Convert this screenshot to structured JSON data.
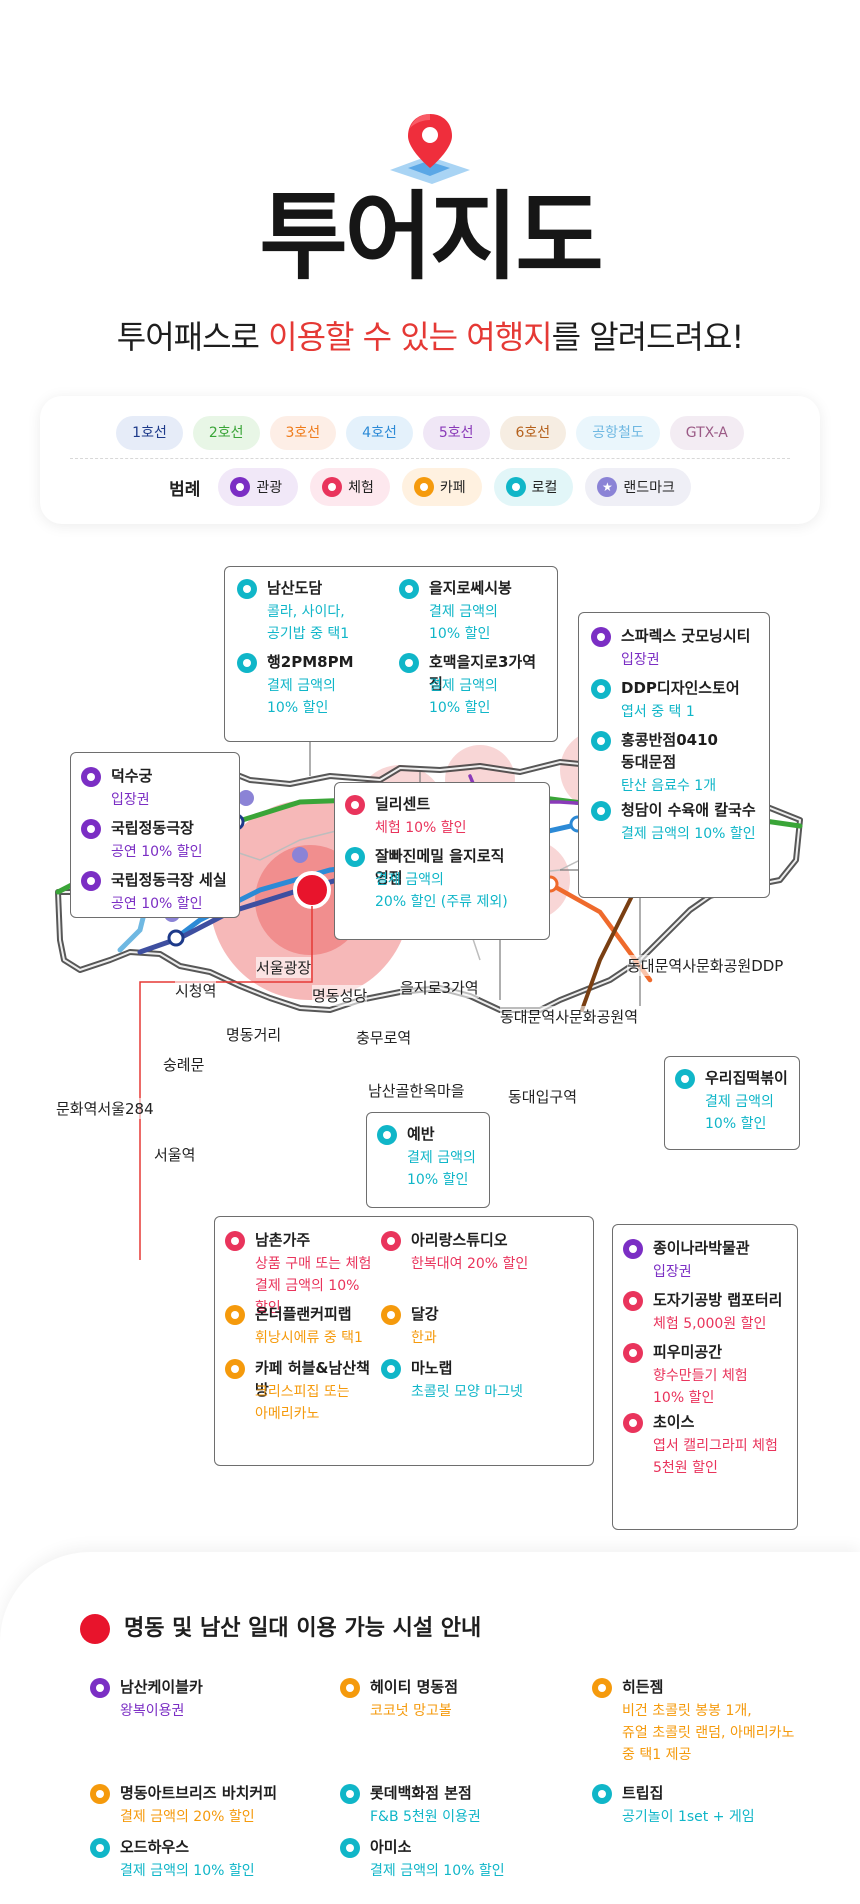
{
  "header": {
    "title": "투어지도",
    "subtitle_pre": "투어패스로 ",
    "subtitle_hl1": "이용할 수 있는 여행지",
    "subtitle_post": "를 알려드려요!"
  },
  "legend": {
    "lines": [
      {
        "label": "1호선",
        "bg": "#e6ecf8",
        "color": "#1d3a8a"
      },
      {
        "label": "2호선",
        "bg": "#e8f6e6",
        "color": "#3aa538"
      },
      {
        "label": "3호선",
        "bg": "#fdeee6",
        "color": "#ef7c1c"
      },
      {
        "label": "4호선",
        "bg": "#e4f1fb",
        "color": "#2c8ad6"
      },
      {
        "label": "5호선",
        "bg": "#f0e7f6",
        "color": "#8a3ab9"
      },
      {
        "label": "6호선",
        "bg": "#f6ede2",
        "color": "#b5611c"
      },
      {
        "label": "공항철도",
        "bg": "#eaf6fc",
        "color": "#6fb8e2"
      },
      {
        "label": "GTX-A",
        "bg": "#f3ecf3",
        "color": "#9b5a86"
      }
    ],
    "category_title": "범례",
    "categories": [
      {
        "label": "관광",
        "bg": "#f1e8f8",
        "color": "#7b2ec4"
      },
      {
        "label": "체험",
        "bg": "#fde8ee",
        "color": "#e9345c"
      },
      {
        "label": "카페",
        "bg": "#fff1e0",
        "color": "#f59a0c"
      },
      {
        "label": "로컬",
        "bg": "#e2f6f8",
        "color": "#10b6c8"
      },
      {
        "label": "랜드마크",
        "bg": "#efeff6",
        "color": "#8b83d6"
      }
    ]
  },
  "colors": {
    "tour": "#7b2ec4",
    "exp": "#e9345c",
    "cafe": "#f59a0c",
    "local": "#10b6c8",
    "landmark": "#8b83d6",
    "highlight": "#e53935"
  },
  "stations": [
    "서울광장",
    "시청역",
    "명동성당",
    "을지로3가역",
    "동대문역사문화공원DDP",
    "동대문역사문화공원역",
    "명동거리",
    "충무로역",
    "숭례문",
    "남산골한옥마을",
    "동대입구역",
    "문화역서울284",
    "서울역"
  ],
  "boxes": {
    "top_center": [
      {
        "name": "남산도담",
        "desc": "콜라, 사이다,\n공기밥 중 택1",
        "cat": "local"
      },
      {
        "name": "을지로쎄시봉",
        "desc": "결제 금액의\n10% 할인",
        "cat": "local"
      },
      {
        "name": "행2PM8PM",
        "desc": "결제 금액의\n10% 할인",
        "cat": "local"
      },
      {
        "name": "호맥을지로3가역점",
        "desc": "결제 금액의\n10% 할인",
        "cat": "local"
      }
    ],
    "top_right": [
      {
        "name": "스파렉스 굿모닝시티",
        "desc": "입장권",
        "cat": "tour"
      },
      {
        "name": "DDP디자인스토어",
        "desc": "엽서 중 택 1",
        "cat": "local"
      },
      {
        "name": "홍콩반점0410\n동대문점",
        "desc": "탄산 음료수 1개",
        "cat": "local"
      },
      {
        "name": "청담이 수육애 칼국수",
        "desc": "결제 금액의 10% 할인",
        "cat": "local"
      }
    ],
    "left": [
      {
        "name": "덕수궁",
        "desc": "입장권",
        "cat": "tour"
      },
      {
        "name": "국립정동극장",
        "desc": "공연 10% 할인",
        "cat": "tour"
      },
      {
        "name": "국립정동극장 세실",
        "desc": "공연 10% 할인",
        "cat": "tour"
      }
    ],
    "middle": [
      {
        "name": "딜리센트",
        "desc": "체험 10% 할인",
        "cat": "exp"
      },
      {
        "name": "잘빠진메밀 을지로직영점",
        "desc": "결제 금액의\n20% 할인 (주류 제외)",
        "cat": "local"
      }
    ],
    "ujip": [
      {
        "name": "우리집떡볶이",
        "desc": "결제 금액의\n10% 할인",
        "cat": "local"
      }
    ],
    "yeban": [
      {
        "name": "예반",
        "desc": "결제 금액의\n10% 할인",
        "cat": "local"
      }
    ],
    "bottom_center": [
      {
        "name": "남촌가주",
        "desc": "상품 구매 또는 체험\n결제 금액의 10% 할인",
        "cat": "exp"
      },
      {
        "name": "아리랑스튜디오",
        "desc": "한복대여 20% 할인",
        "cat": "exp"
      },
      {
        "name": "온더플랜커피랩",
        "desc": "휘낭시에류 중 택1",
        "cat": "cafe"
      },
      {
        "name": "달강",
        "desc": "한과",
        "cat": "cafe"
      },
      {
        "name": "카페 허블&남산책방",
        "desc": "크리스피집 또는\n아메리카노",
        "cat": "cafe"
      },
      {
        "name": "마노랩",
        "desc": "초콜릿 모양 마그넷",
        "cat": "local"
      }
    ],
    "bottom_right": [
      {
        "name": "종이나라박물관",
        "desc": "입장권",
        "cat": "tour"
      },
      {
        "name": "도자기공방 랩포터리",
        "desc": "체험 5,000원 할인",
        "cat": "exp"
      },
      {
        "name": "피우미공간",
        "desc": "향수만들기 체험\n10% 할인",
        "cat": "exp"
      },
      {
        "name": "초이스",
        "desc": "엽서 캘리그라피 체험\n5천원 할인",
        "cat": "exp"
      }
    ]
  },
  "facilities": {
    "title": "명동 및 남산 일대 이용 가능 시설 안내",
    "items": [
      {
        "name": "남산케이블카",
        "desc": "왕복이용권",
        "cat": "tour"
      },
      {
        "name": "헤이티 명동점",
        "desc": "코코넛 망고볼",
        "cat": "cafe"
      },
      {
        "name": "히든젬",
        "desc": "비건 초콜릿 봉봉 1개,\n쥬얼 초콜릿 랜덤, 아메리카노\n중 택1 제공",
        "cat": "cafe"
      },
      {
        "name": "명동아트브리즈 바치커피",
        "desc": "결제 금액의 20% 할인",
        "cat": "cafe"
      },
      {
        "name": "롯데백화점 본점",
        "desc": "F&B 5천원 이용권",
        "cat": "local"
      },
      {
        "name": "트립집",
        "desc": "공기놀이 1set + 게임",
        "cat": "local"
      },
      {
        "name": "오드하우스",
        "desc": "결제 금액의 10% 할인",
        "cat": "local"
      },
      {
        "name": "아미소",
        "desc": "결제 금액의 10% 할인",
        "cat": "local"
      }
    ]
  }
}
